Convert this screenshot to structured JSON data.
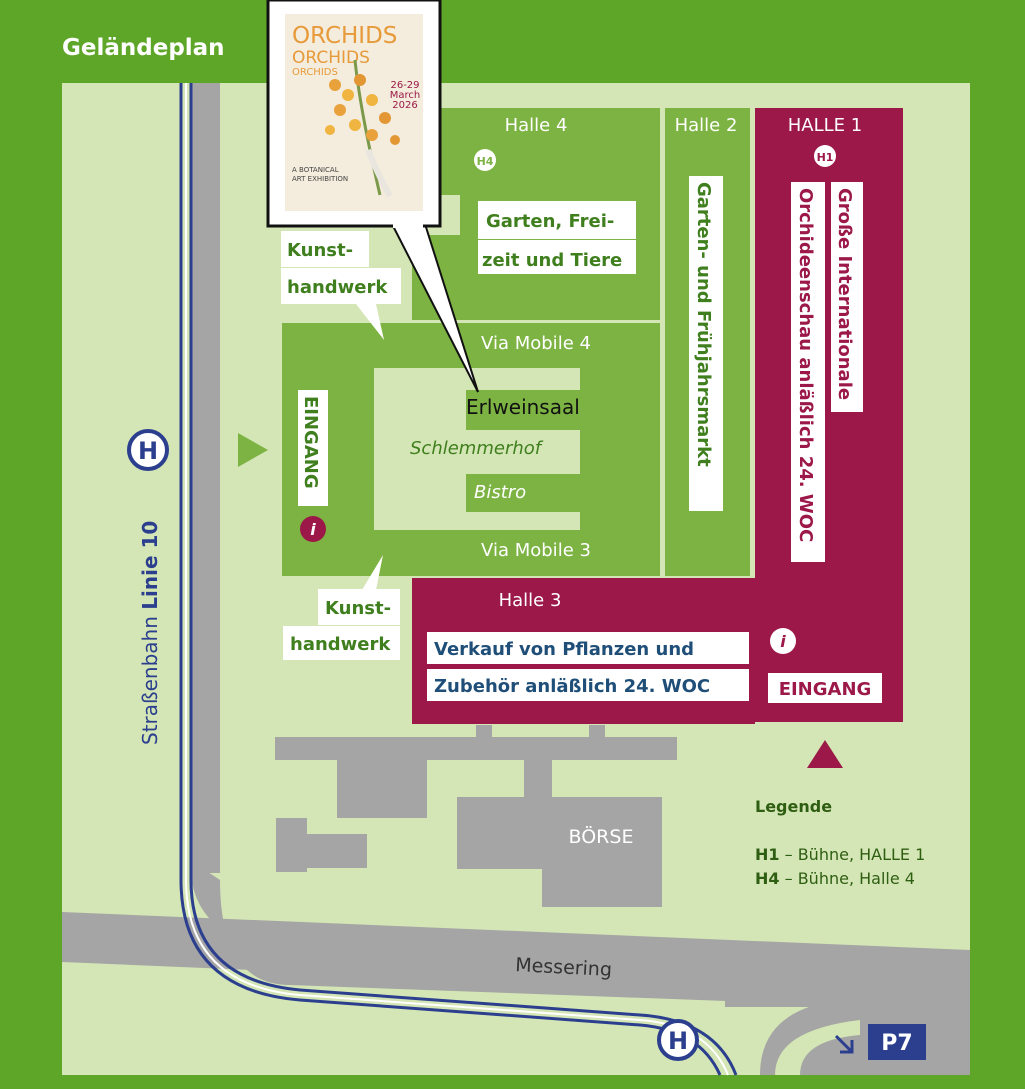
{
  "map_title": "Geländeplan",
  "halls": {
    "halle1": {
      "name": "HALLE 1",
      "stage": "H1",
      "label_line1": "Große Internationale",
      "label_line2": "Orchideenschau anläßlich 24. WOC",
      "entrance": "EINGANG"
    },
    "halle2": {
      "name": "Halle 2",
      "label": "Garten- und Frühjahrsmarkt"
    },
    "halle3": {
      "name": "Halle 3",
      "label_line1": "Verkauf von Pflanzen und",
      "label_line2": "Zubehör anläßlich 24. WOC"
    },
    "halle4": {
      "name": "Halle 4",
      "stage": "H4",
      "label_line1": "Garten, Frei-",
      "label_line2": "zeit und Tiere"
    }
  },
  "via_mobile_4": "Via Mobile 4",
  "via_mobile_3": "Via Mobile 3",
  "erlweinsaal": "Erlweinsaal",
  "schlemmerhof": "Schlemmerhof",
  "bistro": "Bistro",
  "eingang_west": "EINGANG",
  "info_symbol": "i",
  "kunsthandwerk_top": {
    "line1": "Kunst-",
    "line2": "handwerk"
  },
  "kunsthandwerk_bottom": {
    "line1": "Kunst-",
    "line2": "handwerk"
  },
  "boerse": "BÖRSE",
  "messering": "Messering",
  "tram": {
    "prefix": "Straßenbahn ",
    "line": "Linie 10",
    "stop_symbol": "H"
  },
  "parking": "P7",
  "legend": {
    "title": "Legende",
    "items": [
      {
        "key": "H1",
        "text": " – Bühne, HALLE 1"
      },
      {
        "key": "H4",
        "text": " – Bühne, Halle 4"
      }
    ]
  },
  "poster": {
    "title1": "ORCHIDS",
    "title2": "ORCHIDS",
    "title3": "ORCHIDS",
    "dates": "26-29",
    "month": "March",
    "year": "2026",
    "subtitle1": "A BOTANICAL",
    "subtitle2": "ART EXHIBITION"
  },
  "colors": {
    "outer_green": "#5ea628",
    "land": "#d4e6b5",
    "hall_green": "#7cb342",
    "hall_green_light": "#8fc24f",
    "hall_maroon": "#9b1848",
    "road_gray": "#a5a5a5",
    "tram_blue": "#2b3f8e"
  }
}
